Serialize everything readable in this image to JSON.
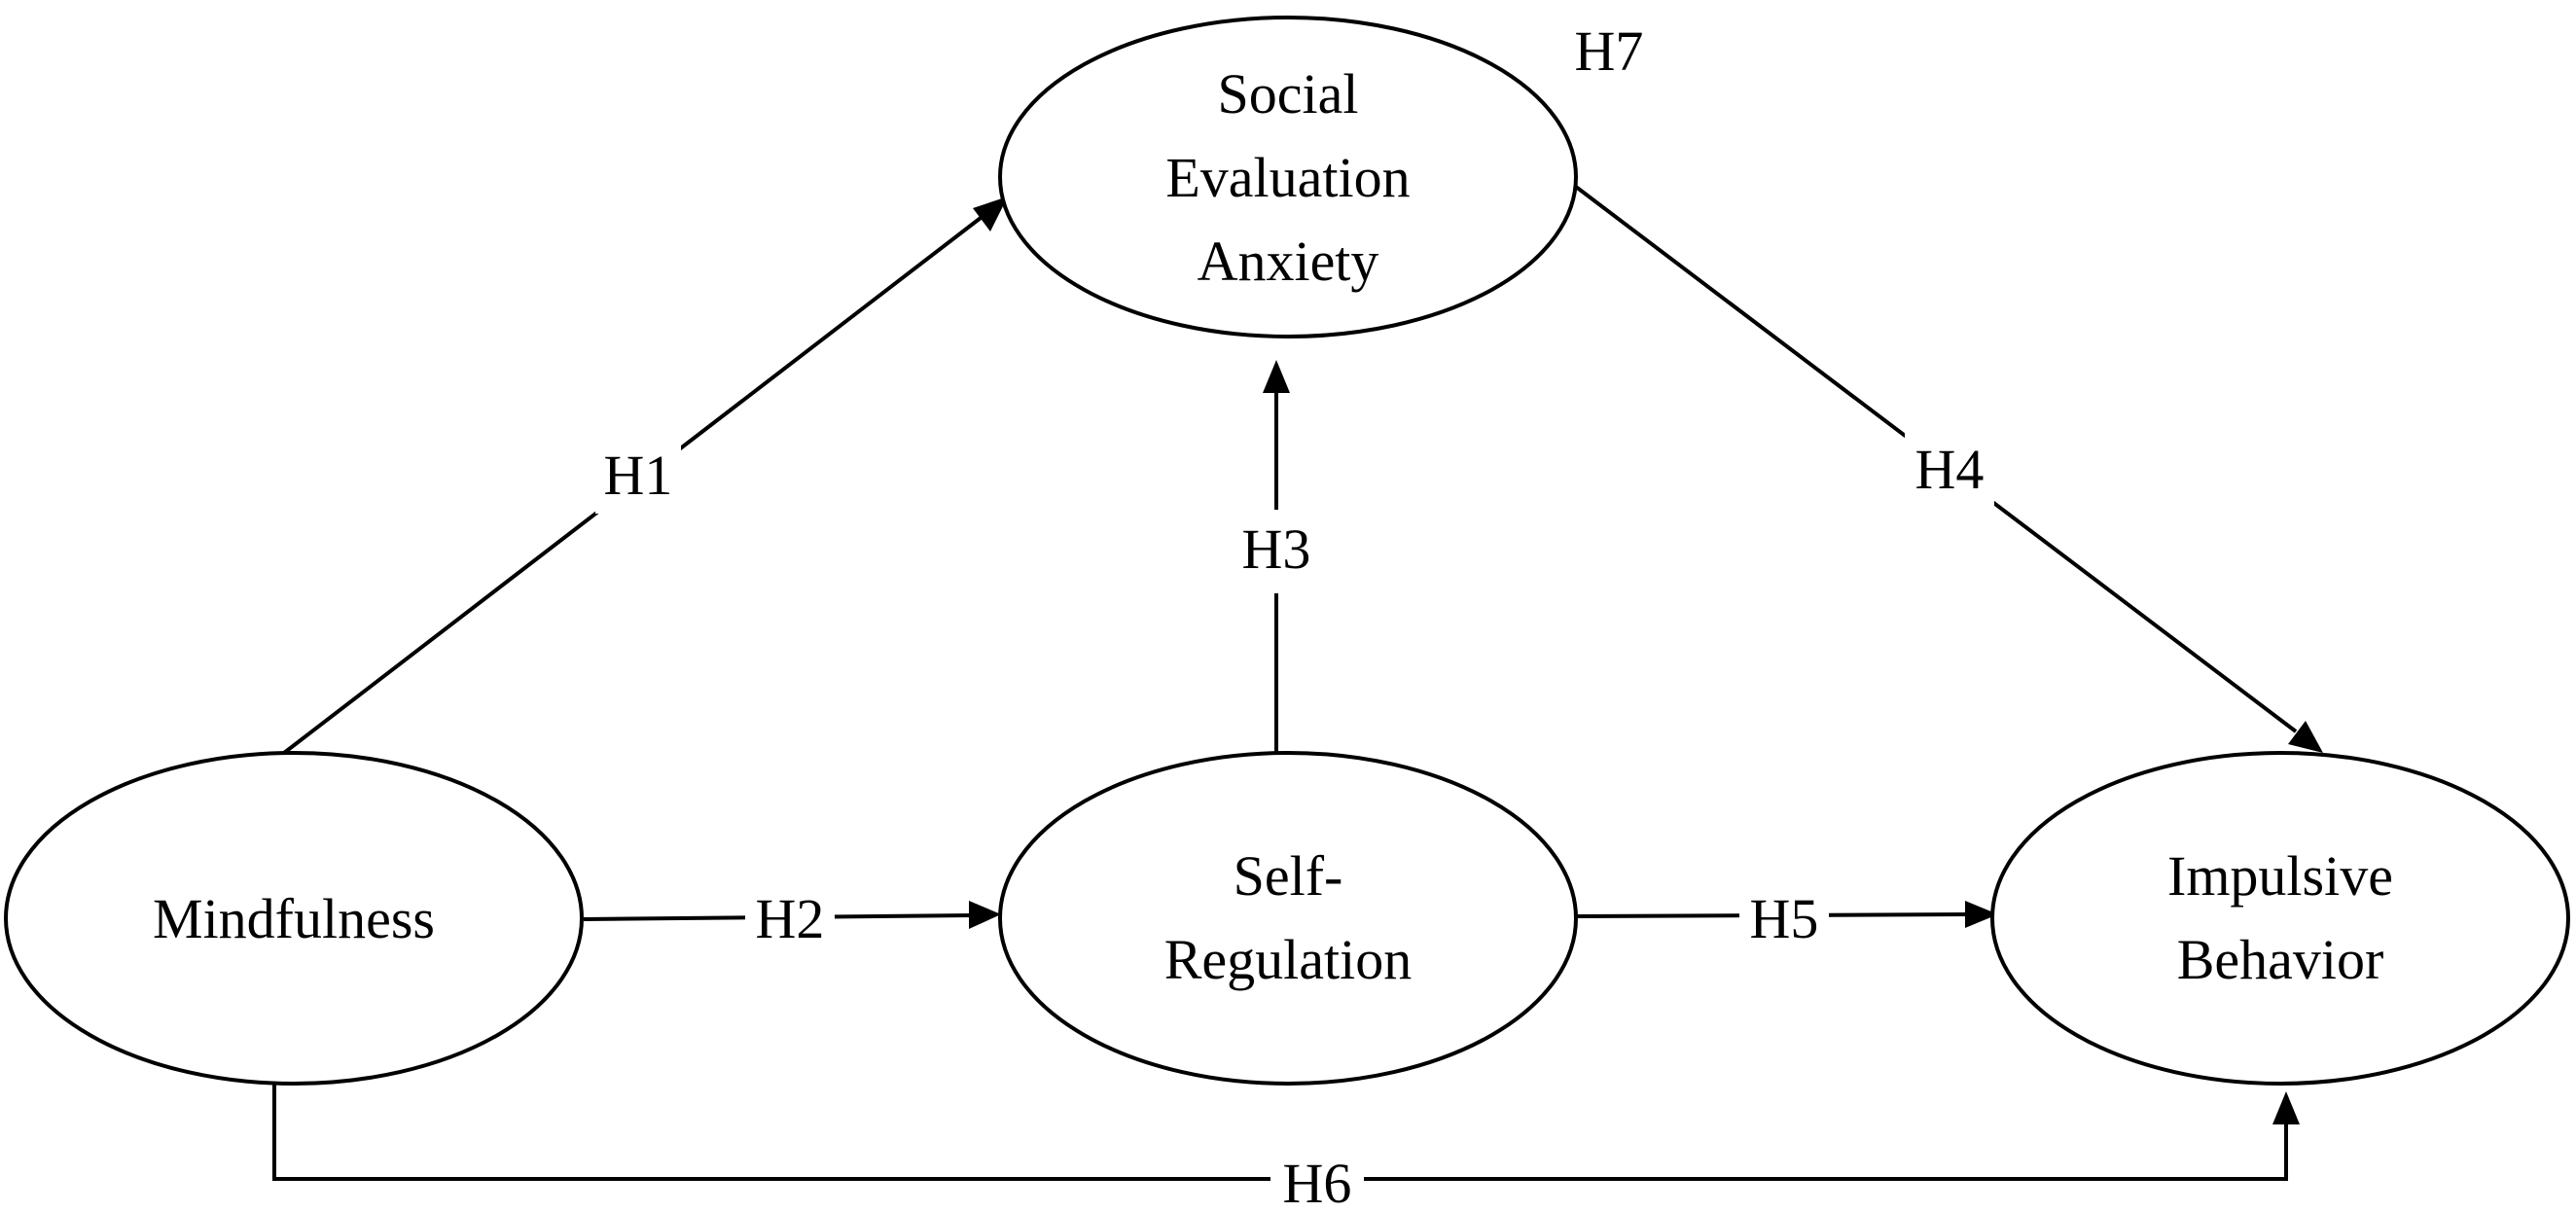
{
  "diagram": {
    "nodes": {
      "mindfulness": {
        "lines": [
          "Mindfulness"
        ]
      },
      "social_evaluation_anxiety": {
        "lines": [
          "Social",
          "Evaluation",
          "Anxiety"
        ]
      },
      "self_regulation": {
        "lines": [
          "Self-",
          "Regulation"
        ]
      },
      "impulsive_behavior": {
        "lines": [
          "Impulsive",
          "Behavior"
        ]
      }
    },
    "edges": {
      "h1": {
        "label": "H1",
        "from": "Mindfulness",
        "to": "Social Evaluation Anxiety"
      },
      "h2": {
        "label": "H2",
        "from": "Mindfulness",
        "to": "Self-Regulation"
      },
      "h3": {
        "label": "H3",
        "from": "Self-Regulation",
        "to": "Social Evaluation Anxiety"
      },
      "h4": {
        "label": "H4",
        "from": "Social Evaluation Anxiety",
        "to": "Impulsive Behavior"
      },
      "h5": {
        "label": "H5",
        "from": "Self-Regulation",
        "to": "Impulsive Behavior"
      },
      "h6": {
        "label": "H6",
        "from": "Mindfulness",
        "to": "Impulsive Behavior"
      }
    },
    "annotations": {
      "h7": "H7"
    }
  }
}
